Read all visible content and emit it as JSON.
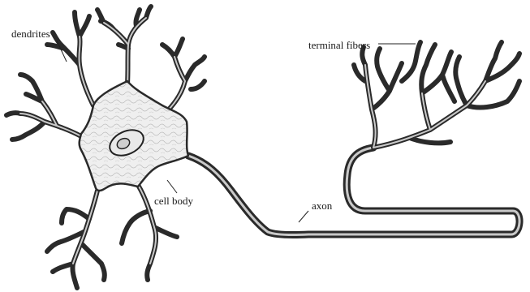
{
  "labels": {
    "dendrites": "dendrites",
    "cell_body": "cell body",
    "axon": "axon",
    "terminal_fibers": "terminal fibers"
  }
}
